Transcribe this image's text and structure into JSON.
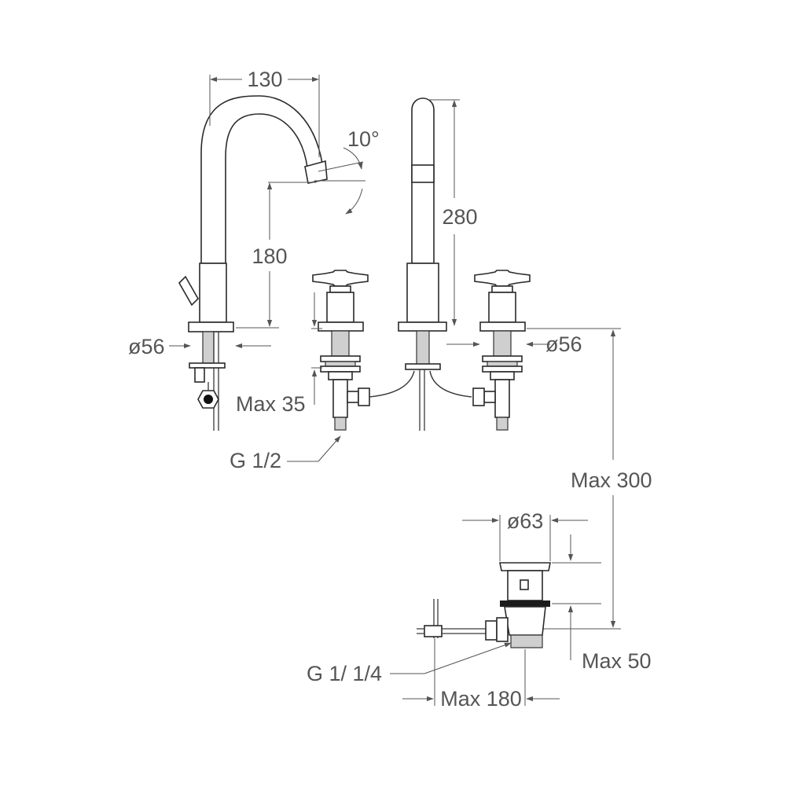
{
  "labels": {
    "spout_reach": "130",
    "spout_angle": "10°",
    "spout_height": "180",
    "left_diameter": "ø56",
    "max_deck": "Max 35",
    "inlet_thread": "G 1/2",
    "spout_total_height": "280",
    "right_diameter": "ø56",
    "max_300": "Max 300",
    "waste_diameter": "ø63",
    "waste_thread": "G 1/ 1/4",
    "max_50": "Max 50",
    "max_180": "Max 180"
  }
}
